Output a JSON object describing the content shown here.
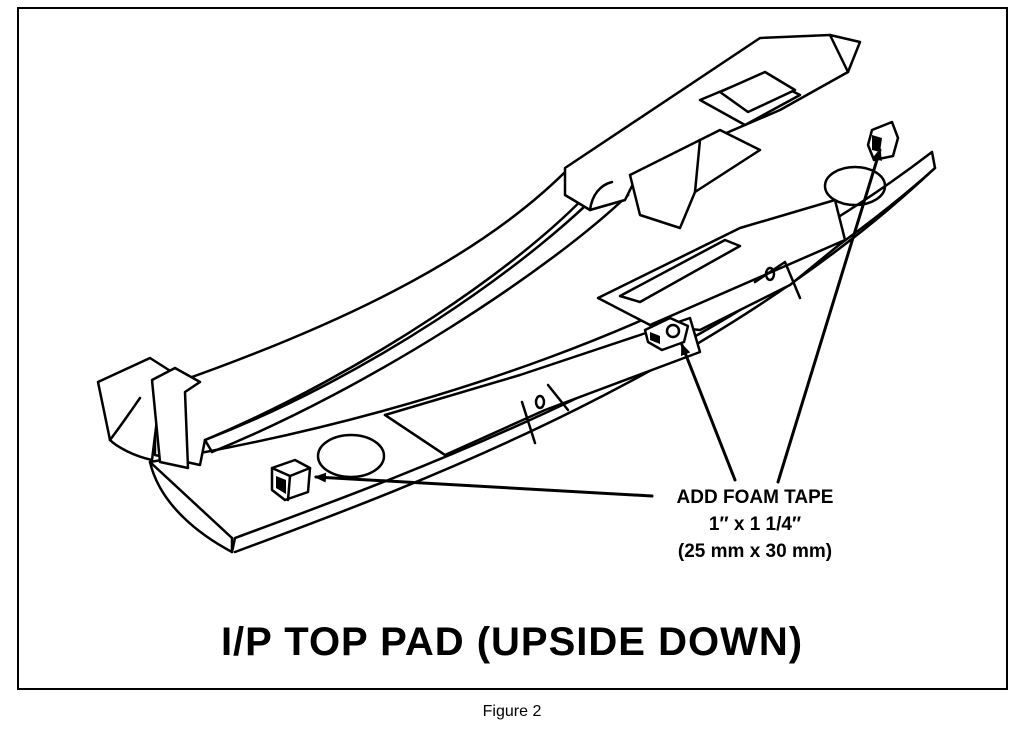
{
  "callout": {
    "line1": "ADD FOAM TAPE",
    "line2": "1″ x 1 1/4″",
    "line3": "(25 mm x 30 mm)"
  },
  "title": "I/P TOP PAD (UPSIDE DOWN)",
  "caption": "Figure 2"
}
